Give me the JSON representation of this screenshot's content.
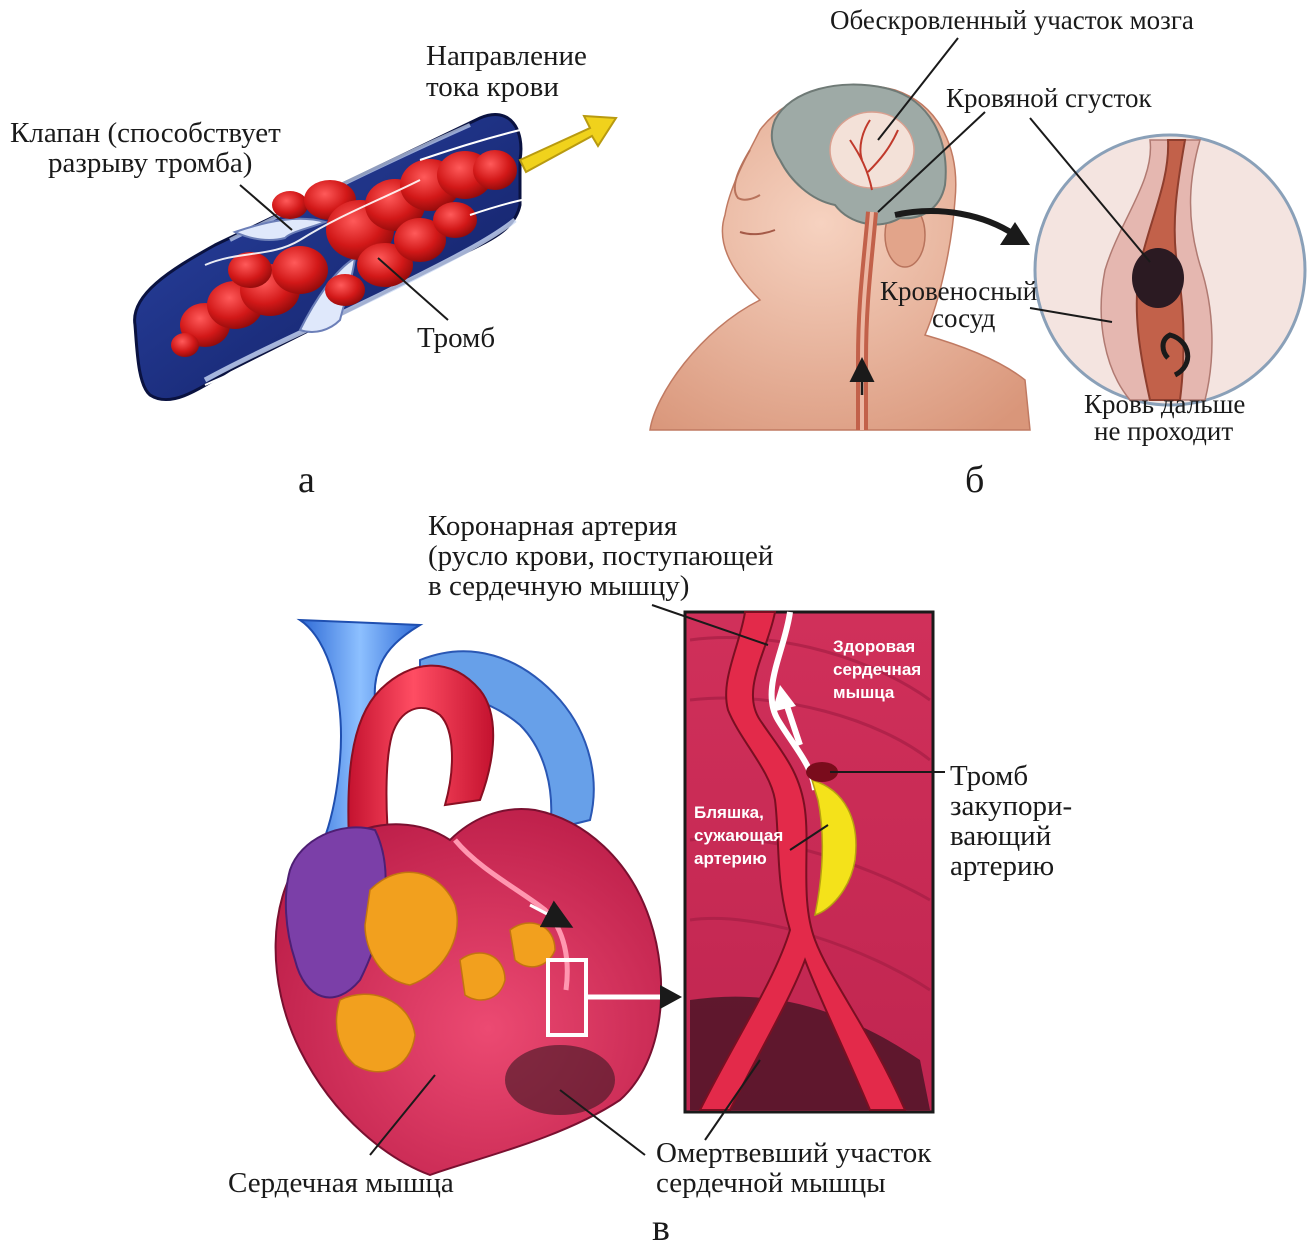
{
  "panel_a": {
    "letter": "а",
    "labels": {
      "direction_l1": "Направление",
      "direction_l2": "тока крови",
      "valve_l1": "Клапан (способствует",
      "valve_l2": "разрыву тромба)",
      "thrombus": "Тромб"
    },
    "colors": {
      "vessel": "#1d2f86",
      "clot": "#cc1616",
      "arrow": "#f0d21c"
    }
  },
  "panel_b": {
    "letter": "б",
    "labels": {
      "bloodless_area": "Обескровленный участок мозга",
      "clot": "Кровяной сгусток",
      "vessel_l1": "Кровеносный",
      "vessel_l2": "сосуд",
      "no_flow_l1": "Кровь дальше",
      "no_flow_l2": "не проходит"
    },
    "colors": {
      "skin": "#e8b7a0",
      "brain": "#9eaaa6",
      "artery": "#c2614a",
      "clot": "#2b1a22"
    }
  },
  "panel_c": {
    "letter": "в",
    "labels": {
      "coronary_l1": "Коронарная артерия",
      "coronary_l2": "(русло крови, поступающей",
      "coronary_l3": "в сердечную мышцу)",
      "healthy_l1": "Здоровая",
      "healthy_l2": "сердечная",
      "healthy_l3": "мышца",
      "plaque_l1": "Бляшка,",
      "plaque_l2": "сужающая",
      "plaque_l3": "артерию",
      "thrombus_l1": "Тромб",
      "thrombus_l2": "закупори-",
      "thrombus_l3": "вающий",
      "thrombus_l4": "артерию",
      "heart_muscle": "Сердечная мышца",
      "dead_l1": "Омертвевший участок",
      "dead_l2": "сердечной мышцы"
    },
    "colors": {
      "muscle": "#d8355e",
      "aorta": "#e32a4a",
      "vein": "#4c8fe6",
      "fat": "#f2a01e",
      "plaque": "#f4e21a"
    }
  }
}
